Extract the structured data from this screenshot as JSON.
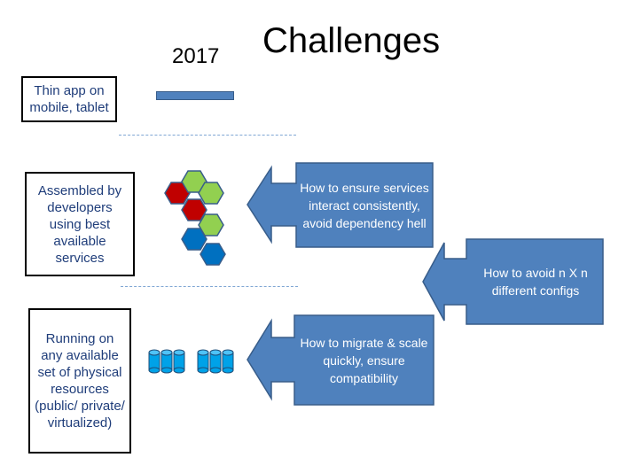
{
  "title": "Challenges",
  "year": "2017",
  "layers": [
    {
      "label": "Thin app on mobile, tablet"
    },
    {
      "label": "Assembled by developers using best available services"
    },
    {
      "label": "Running on any available set of physical resources (public/ private/ virtualized)"
    }
  ],
  "callouts": [
    {
      "text": "How to ensure services interact consistently, avoid dependency hell"
    },
    {
      "text": "How to avoid n X n different configs"
    },
    {
      "text": "How to migrate & scale quickly, ensure compatibility"
    }
  ],
  "colors": {
    "callout_fill": "#4f81bd",
    "callout_stroke": "#385d8a",
    "text_blue": "#1f3d7a",
    "hex_red": "#c00000",
    "hex_green": "#92d050",
    "hex_blue": "#0070c0",
    "divider": "#7fa6d4"
  },
  "icons": {
    "services": "hexagon-cluster-icon",
    "resources": "server-cylinders-icon"
  }
}
